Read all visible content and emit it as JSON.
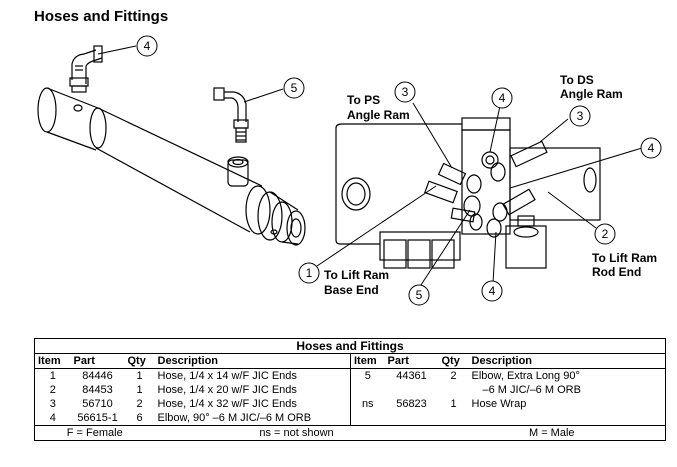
{
  "title": "Hoses and Fittings",
  "callouts": {
    "to_ps_angle_ram": [
      "To PS",
      "Angle Ram"
    ],
    "to_ds_angle_ram": [
      "To DS",
      "Angle Ram"
    ],
    "to_lift_ram_base_end": [
      "To Lift Ram",
      "Base End"
    ],
    "to_lift_ram_rod_end": [
      "To Lift Ram",
      "Rod End"
    ]
  },
  "balloons": [
    "4",
    "5",
    "3",
    "4",
    "3",
    "4",
    "1",
    "5",
    "4",
    "2"
  ],
  "table": {
    "title": "Hoses and Fittings",
    "headers": [
      "Item",
      "Part",
      "Qty",
      "Description"
    ],
    "left_rows": [
      {
        "item": "1",
        "part": "84446",
        "qty": "1",
        "desc": "Hose, 1/4 x 14 w/F JIC Ends"
      },
      {
        "item": "2",
        "part": "84453",
        "qty": "1",
        "desc": "Hose, 1/4 x 20 w/F JIC Ends"
      },
      {
        "item": "3",
        "part": "56710",
        "qty": "2",
        "desc": "Hose, 1/4 x 32 w/F JIC Ends"
      },
      {
        "item": "4",
        "part": "56615-1",
        "qty": "6",
        "desc": "Elbow, 90° –6 M JIC/–6 M ORB"
      }
    ],
    "right_rows": [
      {
        "item": "5",
        "part": "44361",
        "qty": "2",
        "desc": "Elbow, Extra Long 90°",
        "desc2": "–6 M JIC/–6 M ORB"
      },
      {
        "item": "ns",
        "part": "56823",
        "qty": "1",
        "desc": "Hose Wrap"
      }
    ],
    "footer": [
      "F = Female",
      "ns = not shown",
      "M = Male"
    ]
  }
}
